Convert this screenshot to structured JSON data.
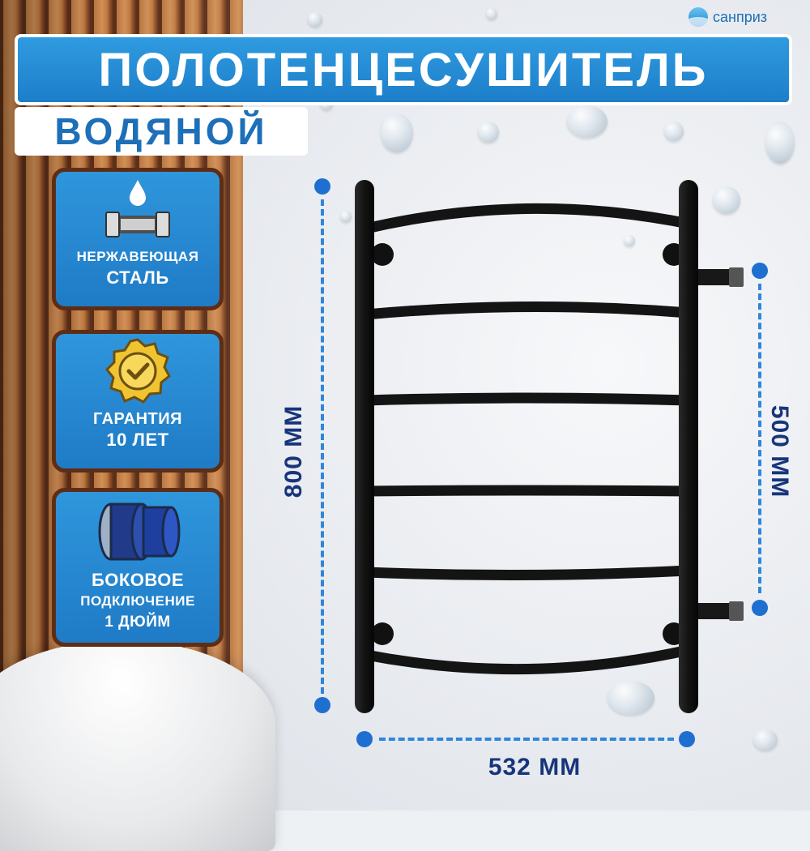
{
  "brand": {
    "name": "санприз",
    "logo_icon": "brand-drop-logo-icon"
  },
  "title": "ПОЛОТЕНЦЕСУШИТЕЛЬ",
  "subtitle": "ВОДЯНОЙ",
  "features": [
    {
      "icon": "pipe-water-drop-icon",
      "line1": "НЕРЖАВЕЮЩАЯ",
      "line2": "СТАЛЬ"
    },
    {
      "icon": "quality-badge-check-icon",
      "line1": "ГАРАНТИЯ",
      "line2": "10 ЛЕТ"
    },
    {
      "icon": "pipe-connection-icon",
      "line1": "БОКОВОЕ",
      "line2": "ПОДКЛЮЧЕНИЕ",
      "line3": "1 ДЮЙМ"
    }
  ],
  "dimensions": {
    "height": "800 ММ",
    "center_distance": "500 ММ",
    "width": "532 ММ"
  },
  "product": {
    "rail_count": 6,
    "color": "#141414"
  },
  "colors": {
    "accent_blue": "#1f7bc6",
    "dimension_blue": "#1f6fd0",
    "label_navy": "#17357a",
    "card_border": "#5e2d16"
  }
}
